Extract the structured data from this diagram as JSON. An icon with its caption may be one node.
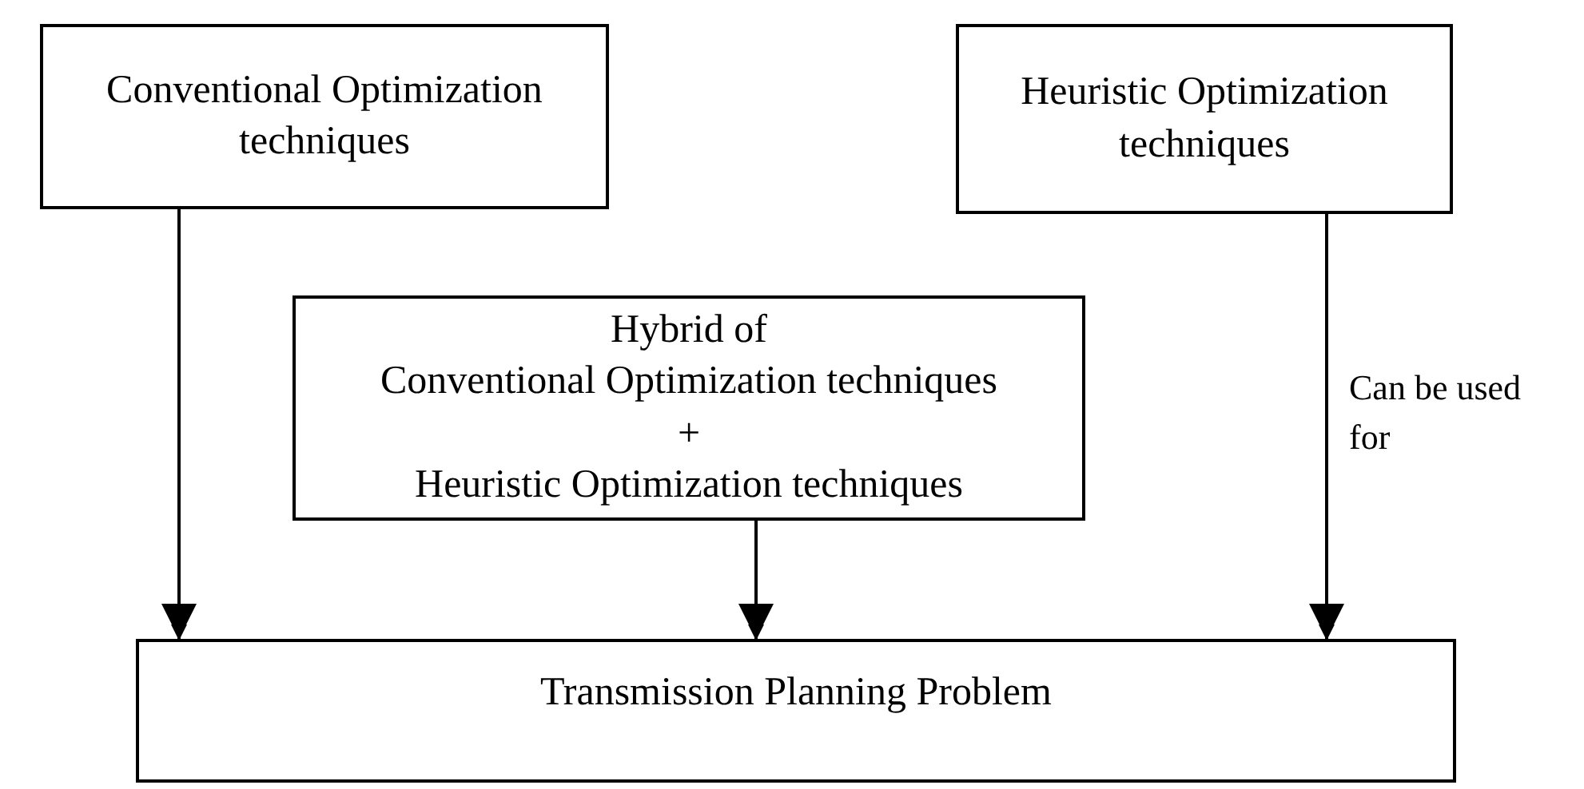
{
  "diagram": {
    "nodes": [
      {
        "text": [
          "Conventional Optimization techniques"
        ]
      },
      {
        "text": [
          "Heuristic Optimization techniques"
        ]
      },
      {
        "text": [
          "Hybrid of",
          "Conventional Optimization techniques",
          "+",
          "Heuristic Optimization techniques"
        ]
      },
      {
        "text": [
          "Transmission Planning Problem"
        ]
      }
    ],
    "edges": [
      {
        "from": 0,
        "to": 3,
        "arrow": "to"
      },
      {
        "from": 2,
        "to": 3,
        "arrow": "to"
      },
      {
        "from": 1,
        "to": 3,
        "arrow": "to",
        "label": "Can be used for"
      }
    ]
  }
}
